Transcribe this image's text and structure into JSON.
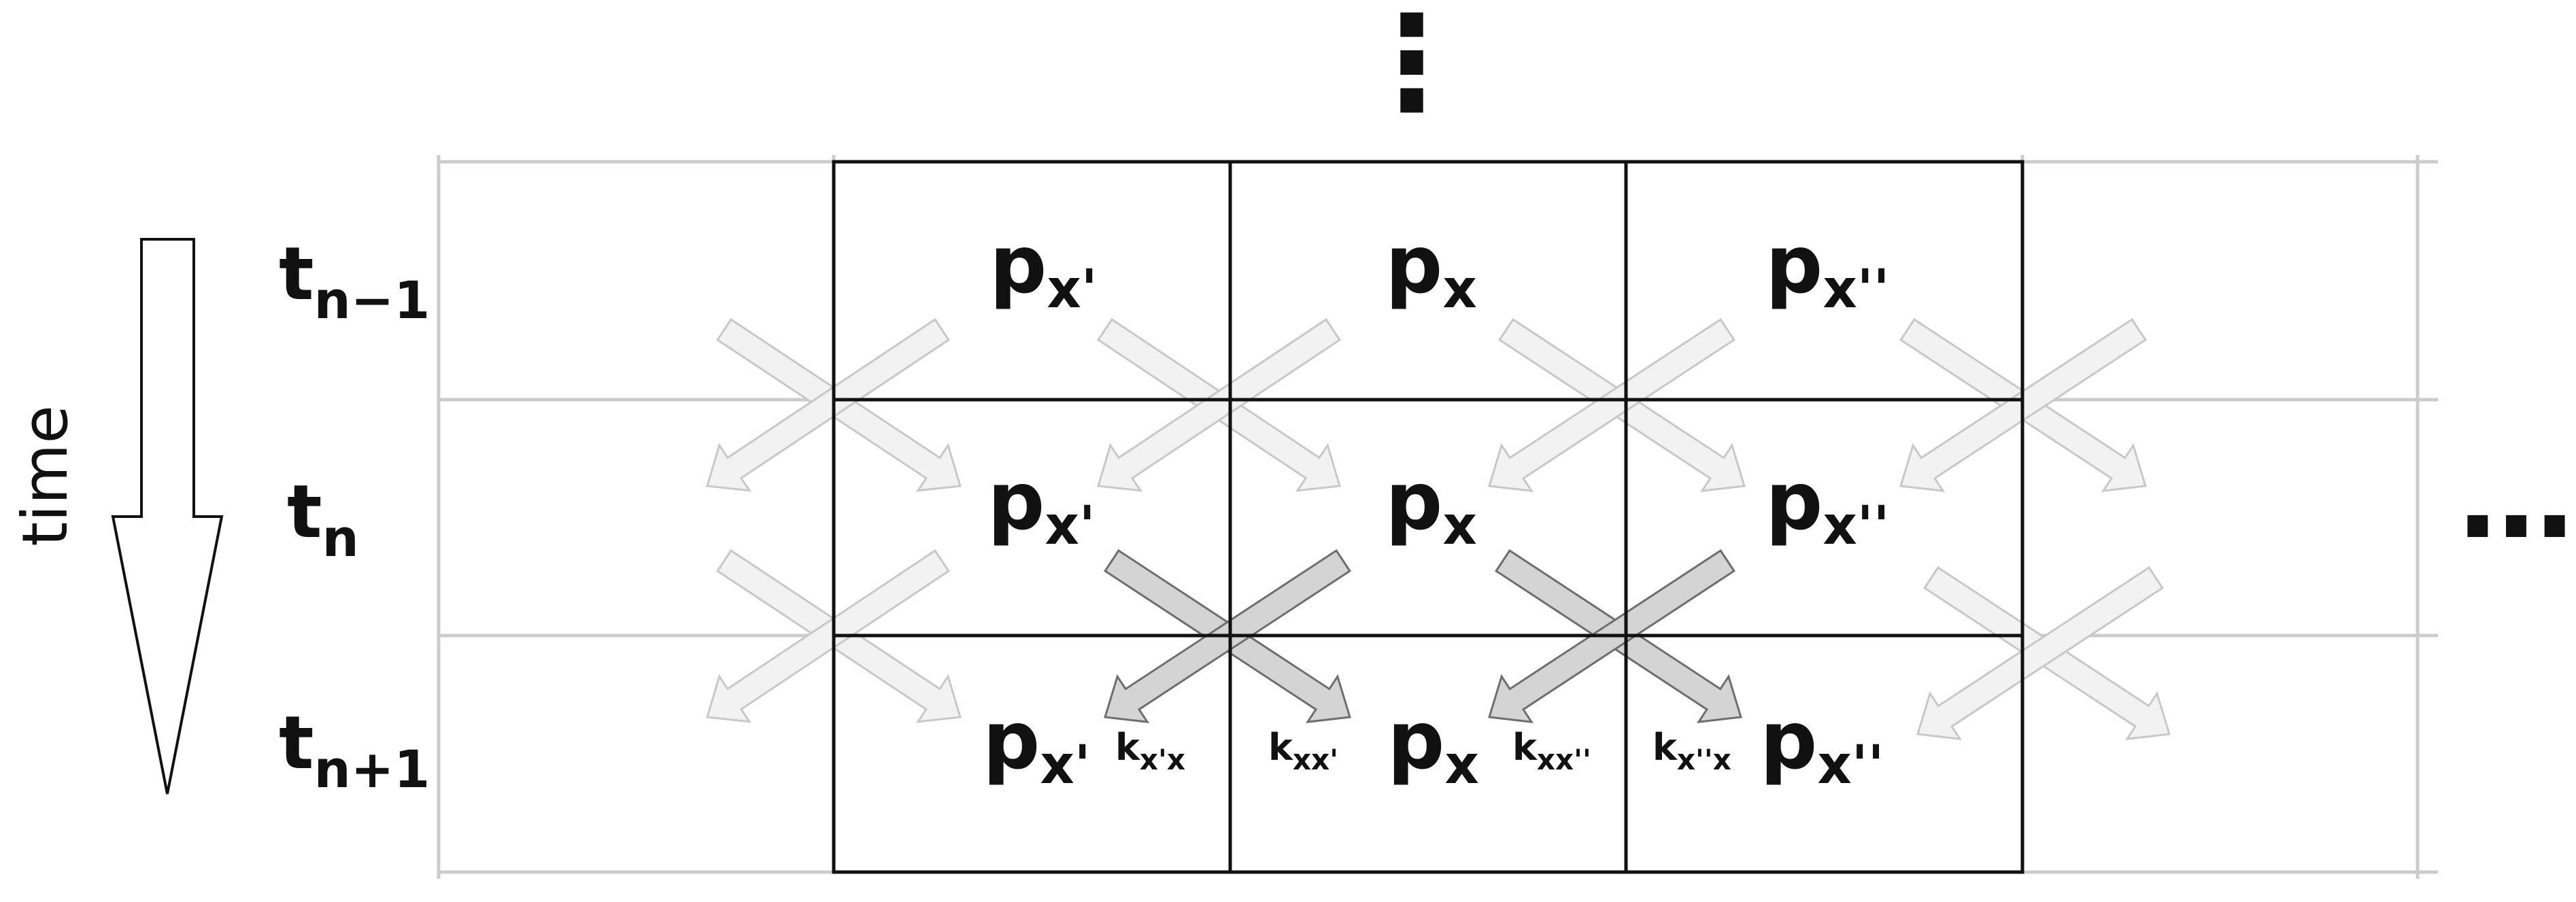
{
  "time_axis": {
    "label": "time"
  },
  "rows": [
    {
      "base": "t",
      "sub": "n−1"
    },
    {
      "base": "t",
      "sub": "n"
    },
    {
      "base": "t",
      "sub": "n+1"
    }
  ],
  "cells": [
    [
      {
        "base": "p",
        "sub": "x'"
      },
      {
        "base": "p",
        "sub": "x"
      },
      {
        "base": "p",
        "sub": "x''"
      }
    ],
    [
      {
        "base": "p",
        "sub": "x'"
      },
      {
        "base": "p",
        "sub": "x"
      },
      {
        "base": "p",
        "sub": "x''"
      }
    ],
    [
      {
        "base": "p",
        "sub": "x'"
      },
      {
        "base": "p",
        "sub": "x"
      },
      {
        "base": "p",
        "sub": "x''"
      }
    ]
  ],
  "rates": [
    {
      "base": "k",
      "sub": "x'x"
    },
    {
      "base": "k",
      "sub": "xx'"
    },
    {
      "base": "k",
      "sub": "xx''"
    },
    {
      "base": "k",
      "sub": "x''x"
    }
  ],
  "continuation": {
    "vertical": "⋮",
    "horizontal": "…"
  },
  "colors": {
    "grid_dark": "#111111",
    "grid_light": "#cccccc",
    "arrow_light_fill": "#f2f2f2",
    "arrow_light_stroke": "#c8c8c8",
    "arrow_dark_fill": "#d4d4d4",
    "arrow_dark_stroke": "#6e6e6e"
  }
}
